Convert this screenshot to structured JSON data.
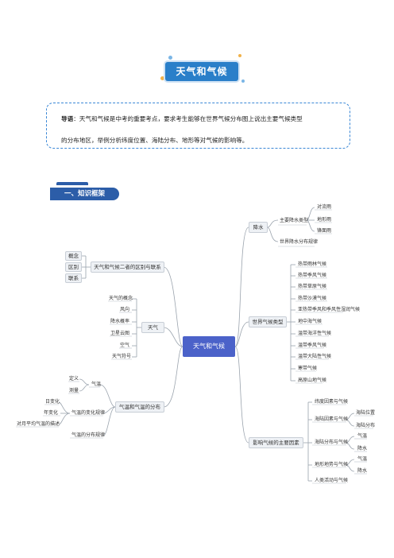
{
  "title": "天气和气候",
  "intro": {
    "label": "导语",
    "line1": "：天气和气候是中考的重要考点，要求考生能够在世界气候分布图上说出主要气候类型",
    "line2": "的分布地区，举例分析纬度位置、海陆分布、地形等对气候的影响等。"
  },
  "section": "一、知识框架",
  "mindmap": {
    "root": "天气和气候",
    "left": {
      "diff": {
        "label": "天气和气候二者的区别与联系",
        "items": [
          "概念",
          "区别",
          "联系"
        ]
      },
      "weather": {
        "label": "天气",
        "items": [
          "天气的概念",
          "风向",
          "降水概率",
          "卫星云图",
          "空气",
          "天气符号"
        ]
      },
      "temp": {
        "label": "气温和气温的分布",
        "sub1": {
          "label": "气温",
          "items": [
            "定义",
            "测量"
          ]
        },
        "sub2": {
          "label": "气温的变化规律",
          "items": [
            "日变化",
            "年变化",
            "对月平均气温的描述"
          ]
        },
        "sub3": {
          "label": "气温的分布规律"
        }
      }
    },
    "right": {
      "precip": {
        "label": "降水",
        "sub1": {
          "label": "主要降水类型",
          "items": [
            "对流雨",
            "地形雨",
            "锋面雨"
          ]
        },
        "sub2": {
          "label": "世界降水分布规律"
        }
      },
      "climate": {
        "label": "世界气候类型",
        "items": [
          "热带雨林气候",
          "热带季风气候",
          "热带草原气候",
          "热带沙漠气候",
          "亚热带季风和季风性湿润气候",
          "地中海气候",
          "温带海洋性气候",
          "温带季风气候",
          "温带大陆性气候",
          "寒带气候",
          "高原山地气候"
        ]
      },
      "factors": {
        "label": "影响气候的主要因素",
        "f1": {
          "label": "纬度因素与气候"
        },
        "f2": {
          "label": "海陆因素与气候",
          "items": [
            "海陆位置",
            "海陆分布"
          ]
        },
        "f3": {
          "label": "海陆分布与气候",
          "items": [
            "气温",
            "降水"
          ]
        },
        "f4": {
          "label": "地形地势与气候",
          "items": [
            "气温",
            "降水"
          ]
        },
        "f5": {
          "label": "人类活动与气候"
        }
      }
    }
  },
  "colors": {
    "banner": "#2a7fc9",
    "section": "#2c5da8",
    "root": "#4b62c9",
    "intro_border": "#3a87d6"
  }
}
